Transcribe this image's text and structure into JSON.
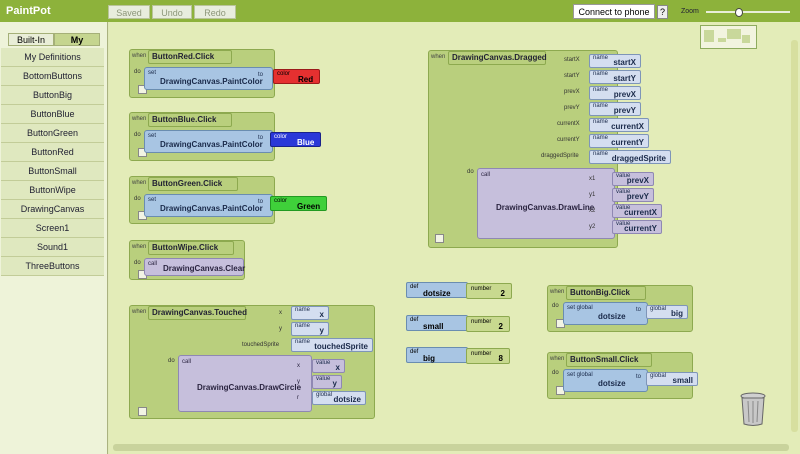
{
  "app": {
    "title": "PaintPot"
  },
  "toolbar": {
    "saved": "Saved",
    "undo": "Undo",
    "redo": "Redo",
    "connect": "Connect to phone",
    "help": "?",
    "zoom": "Zoom"
  },
  "zoom_level": 0.38,
  "sidebar": {
    "tabs": [
      "Built-In",
      "My Blocks"
    ],
    "items": [
      "My Definitions",
      "BottomButtons",
      "ButtonBig",
      "ButtonBlue",
      "ButtonGreen",
      "ButtonRed",
      "ButtonSmall",
      "ButtonWipe",
      "DrawingCanvas",
      "Screen1",
      "Sound1",
      "ThreeButtons"
    ]
  },
  "kw": {
    "when": "when",
    "do": "do",
    "set": "set",
    "to": "to",
    "call": "call",
    "def": "def",
    "color": "color",
    "name": "name",
    "value": "value",
    "number": "number",
    "global": "global"
  },
  "blocks": {
    "red": {
      "event": "ButtonRed.Click",
      "setter": "DrawingCanvas.PaintColor",
      "color_label": "Red",
      "color_hex": "#e53030"
    },
    "blue": {
      "event": "ButtonBlue.Click",
      "setter": "DrawingCanvas.PaintColor",
      "color_label": "Blue",
      "color_hex": "#2a38d8"
    },
    "green": {
      "event": "ButtonGreen.Click",
      "setter": "DrawingCanvas.PaintColor",
      "color_label": "Green",
      "color_hex": "#3fd03a"
    },
    "wipe": {
      "event": "ButtonWipe.Click",
      "call": "DrawingCanvas.Clear"
    },
    "touched": {
      "event": "DrawingCanvas.Touched",
      "params": [
        {
          "socket": "x",
          "name": "x"
        },
        {
          "socket": "y",
          "name": "y"
        },
        {
          "socket": "touchedSprite",
          "name": "touchedSprite"
        }
      ],
      "call": "DrawingCanvas.DrawCircle",
      "args": [
        {
          "socket": "x",
          "kind": "value",
          "val": "x"
        },
        {
          "socket": "y",
          "kind": "value",
          "val": "y"
        },
        {
          "socket": "r",
          "kind": "global",
          "val": "dotsize"
        }
      ]
    },
    "dragged": {
      "event": "DrawingCanvas.Dragged",
      "params": [
        {
          "socket": "startX",
          "name": "startX"
        },
        {
          "socket": "startY",
          "name": "startY"
        },
        {
          "socket": "prevX",
          "name": "prevX"
        },
        {
          "socket": "prevY",
          "name": "prevY"
        },
        {
          "socket": "currentX",
          "name": "currentX"
        },
        {
          "socket": "currentY",
          "name": "currentY"
        },
        {
          "socket": "draggedSprite",
          "name": "draggedSprite"
        }
      ],
      "call": "DrawingCanvas.DrawLine",
      "args": [
        {
          "socket": "x1",
          "val": "prevX"
        },
        {
          "socket": "y1",
          "val": "prevY"
        },
        {
          "socket": "x2",
          "val": "currentX"
        },
        {
          "socket": "y2",
          "val": "currentY"
        }
      ]
    },
    "defs": [
      {
        "name": "dotsize",
        "value": "2"
      },
      {
        "name": "small",
        "value": "2"
      },
      {
        "name": "big",
        "value": "8"
      }
    ],
    "big": {
      "event": "ButtonBig.Click",
      "set": "set global",
      "var": "dotsize",
      "global": "big"
    },
    "small": {
      "event": "ButtonSmall.Click",
      "set": "set global",
      "var": "dotsize",
      "global": "small"
    }
  }
}
